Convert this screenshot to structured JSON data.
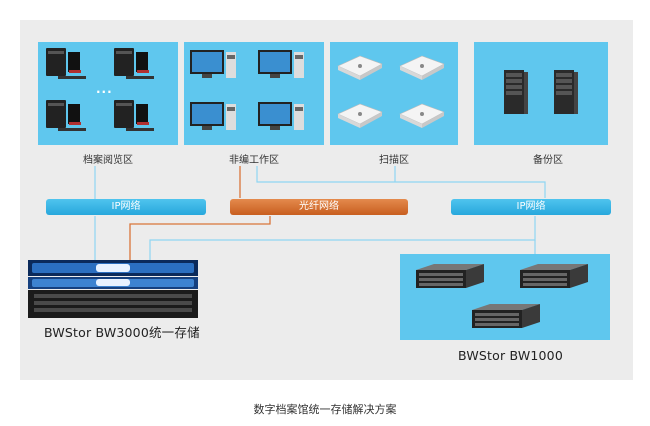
{
  "zones": [
    {
      "label": "档案阅览区",
      "icon": "desktop-tower-icon"
    },
    {
      "label": "非编工作区",
      "icon": "workstation-icon"
    },
    {
      "label": "扫描区",
      "icon": "scanner-icon"
    },
    {
      "label": "备份区",
      "icon": "server-tower-icon"
    }
  ],
  "ellipsis": "...",
  "networks": {
    "ip_left": "IP网络",
    "fiber": "光纤网络",
    "ip_right": "IP网络"
  },
  "storage": {
    "main": "BWStor BW3000统一存储",
    "backup": "BWStor BW1000"
  },
  "caption": "数字档案馆统一存储解决方案",
  "colors": {
    "zone": "#5fc7ee",
    "ip_bar": "#27a7dc",
    "fiber_bar": "#c85e1f",
    "background": "#ececec",
    "ip_line": "#8fd6f2",
    "fiber_line": "#d9753a"
  }
}
